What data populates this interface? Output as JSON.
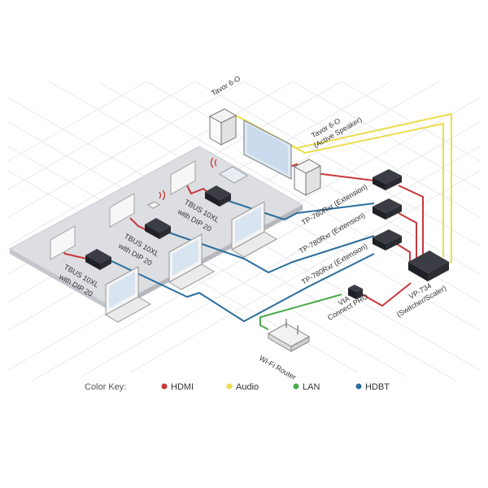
{
  "labels": {
    "tavor_6o": "Tavor 6-O",
    "tavor_active_1": "Tavor 6-O",
    "tavor_active_2": "(Active Speaker)",
    "tp_rxr_1": "TP-780Rxr (Extension)",
    "tp_rxr_2": "TP-780Rxr (Extension)",
    "tp_rxr_3": "TP-780Rxr (Extension)",
    "vp_734_1": "VP-734",
    "vp_734_2": "(Switcher/Scaler)",
    "via_1": "VIA",
    "via_2": "Connect PRO",
    "wifi_router": "Wi-Fi Router",
    "tbus_a_1": "TBUS 10XL",
    "tbus_a_2": "with DIP 20",
    "tbus_b_1": "TBUS 10XL",
    "tbus_b_2": "with DIP 20",
    "tbus_c_1": "TBUS 10XL",
    "tbus_c_2": "with DIP 20"
  },
  "color_key": {
    "title": "Color Key:",
    "items": [
      {
        "label": "HDMI",
        "color": "#c8373a"
      },
      {
        "label": "Audio",
        "color": "#eadd4a"
      },
      {
        "label": "LAN",
        "color": "#4aa84a"
      },
      {
        "label": "HDBT",
        "color": "#2a6d9c"
      }
    ]
  },
  "icons": [
    "speaker-icon",
    "projection-screen-icon",
    "laptop-icon",
    "tablet-icon",
    "phone-icon",
    "wireless-signal-icon",
    "wifi-router-icon",
    "receiver-box-icon",
    "switcher-scaler-icon",
    "via-box-icon",
    "table-connection-box-icon"
  ]
}
